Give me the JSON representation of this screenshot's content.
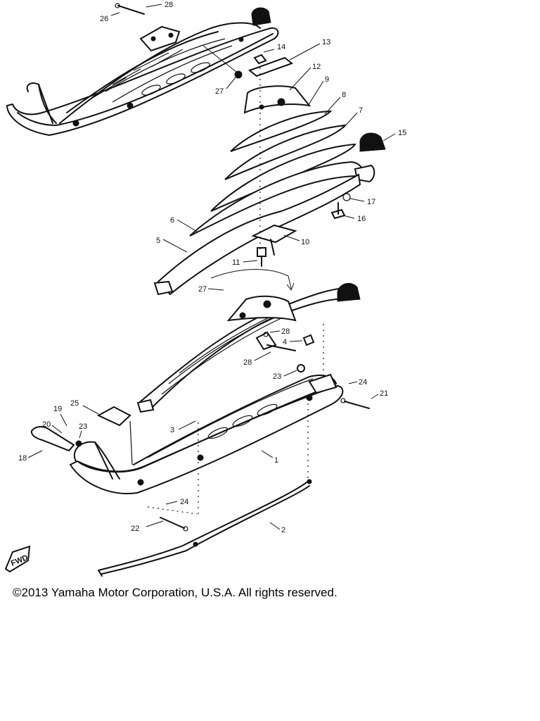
{
  "diagram": {
    "callouts": [
      {
        "id": "c28a",
        "label": "28"
      },
      {
        "id": "c26",
        "label": "26"
      },
      {
        "id": "c14",
        "label": "14"
      },
      {
        "id": "c13",
        "label": "13"
      },
      {
        "id": "c12",
        "label": "12"
      },
      {
        "id": "c9",
        "label": "9"
      },
      {
        "id": "c8",
        "label": "8"
      },
      {
        "id": "c7",
        "label": "7"
      },
      {
        "id": "c15",
        "label": "15"
      },
      {
        "id": "c27a",
        "label": "27"
      },
      {
        "id": "c17",
        "label": "17"
      },
      {
        "id": "c16",
        "label": "16"
      },
      {
        "id": "c6",
        "label": "6"
      },
      {
        "id": "c10",
        "label": "10"
      },
      {
        "id": "c5",
        "label": "5"
      },
      {
        "id": "c11",
        "label": "11"
      },
      {
        "id": "c27b",
        "label": "27"
      },
      {
        "id": "c28b",
        "label": "28"
      },
      {
        "id": "c4",
        "label": "4"
      },
      {
        "id": "c28c",
        "label": "28"
      },
      {
        "id": "c23a",
        "label": "23"
      },
      {
        "id": "c24a",
        "label": "24"
      },
      {
        "id": "c21",
        "label": "21"
      },
      {
        "id": "c19",
        "label": "19"
      },
      {
        "id": "c25",
        "label": "25"
      },
      {
        "id": "c20",
        "label": "20"
      },
      {
        "id": "c23b",
        "label": "23"
      },
      {
        "id": "c3",
        "label": "3"
      },
      {
        "id": "c18",
        "label": "18"
      },
      {
        "id": "c1",
        "label": "1"
      },
      {
        "id": "c24b",
        "label": "24"
      },
      {
        "id": "c22",
        "label": "22"
      },
      {
        "id": "c2",
        "label": "2"
      }
    ],
    "fwd_label": "FWD"
  },
  "footer": {
    "copyright": "©2013 Yamaha Motor Corporation, U.S.A. All rights reserved."
  }
}
